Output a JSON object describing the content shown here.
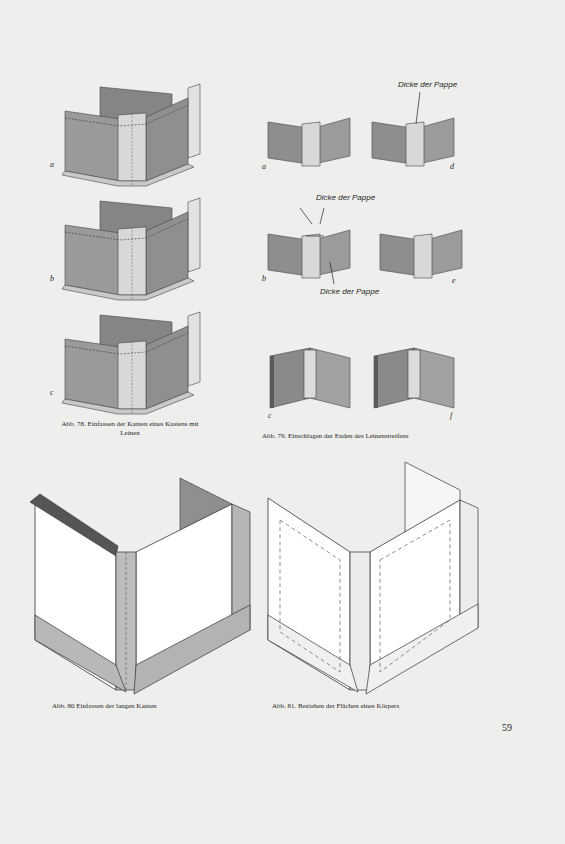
{
  "diagram": {
    "labels": [
      "a",
      "b",
      "c",
      "Abb. 78. Einfassen der Kanten eines Kastens mit Leinen",
      "Dicke der Pappe",
      "a",
      "d",
      "Dicke der Pappe",
      "b",
      "Dicke der Pappe",
      "e",
      "c",
      "f",
      "Abb. 79. Einschlagen der Enden des Leinenstreifens",
      "Abb. 80 Einfassen der langen Kanten",
      "Abb. 81. Beziehen der Flächen eines Körpers",
      "59"
    ]
  }
}
